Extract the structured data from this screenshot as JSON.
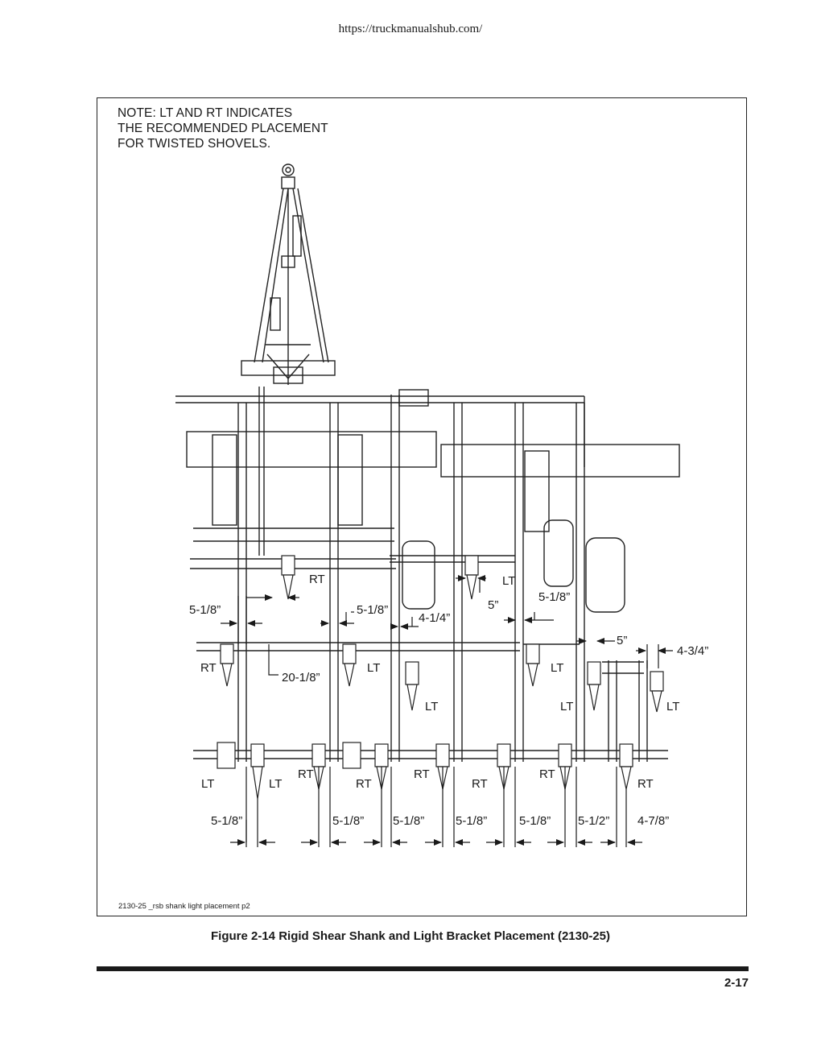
{
  "header": {
    "url": "https://truckmanualshub.com/"
  },
  "note": {
    "lines": [
      "NOTE: LT AND RT INDICATES",
      "THE RECOMMENDED PLACEMENT",
      "FOR TWISTED SHOVELS."
    ]
  },
  "labels": {
    "rt": "RT",
    "lt": "LT",
    "d_5_1_8": "5-1/8”",
    "d_20_1_8": "20-1/8”",
    "d_4_1_4": "4-1/4”",
    "d_5": "5”",
    "d_4_3_4": "4-3/4”",
    "d_5_1_2": "5-1/2”",
    "d_4_7_8": "4-7/8”"
  },
  "figure": {
    "file_ref": "2130-25 _rsb shank light placement p2",
    "caption": "Figure 2-14 Rigid Shear Shank and Light Bracket Placement (2130-25)"
  },
  "footer": {
    "page_number": "2-17"
  }
}
